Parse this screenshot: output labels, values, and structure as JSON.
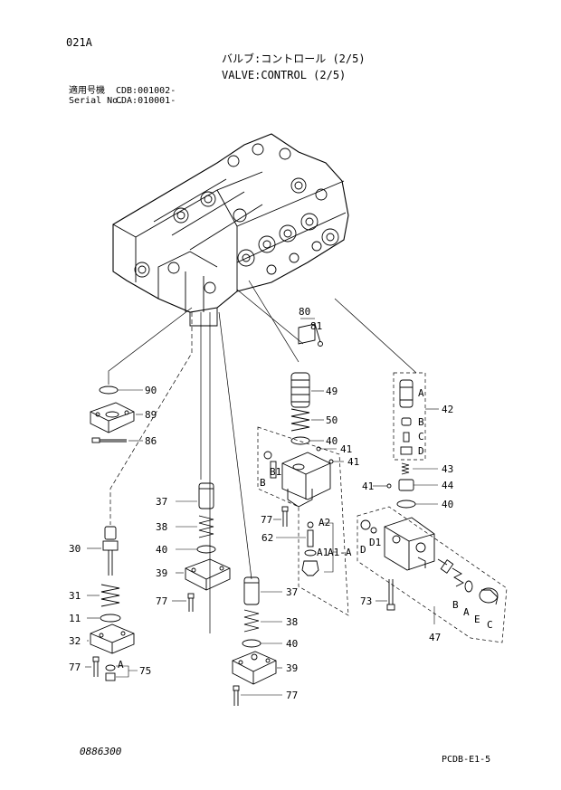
{
  "header": {
    "code": "021A",
    "title_jp": "バルブ:コントロール (2/5)",
    "title_en": "VALVE:CONTROL (2/5)",
    "serial_label_jp": "適用号機",
    "serial_value_1": "CDB:001002-",
    "serial_label_en": "Serial No.",
    "serial_value_2": "CDA:010001-"
  },
  "footer": {
    "left": "0886300",
    "right": "PCDB-E1-5"
  },
  "callouts": {
    "p80": "80",
    "p81": "81",
    "p90": "90",
    "p89": "89",
    "p86": "86",
    "p49": "49",
    "p50": "50",
    "p40a": "40",
    "p41a": "41",
    "p41b": "41",
    "p42": "42",
    "p43": "43",
    "p44": "44",
    "p41c": "41",
    "p40b": "40",
    "p37a": "37",
    "p38a": "38",
    "p40c": "40",
    "p39a": "39",
    "p77a": "77",
    "p30": "30",
    "p31": "31",
    "p11": "11",
    "p32": "32",
    "p77b": "77",
    "p75": "75",
    "p77c": "77",
    "p62": "62",
    "p37b": "37",
    "p38b": "38",
    "p40d": "40",
    "p39b": "39",
    "p77d": "77",
    "p73": "73",
    "p47": "47"
  },
  "letters": {
    "A": "A",
    "B": "B",
    "C": "C",
    "D": "D",
    "E": "E",
    "A1": "A1",
    "A2": "A2",
    "B1": "B1",
    "D1": "D1",
    "A1A": "A1-A"
  }
}
